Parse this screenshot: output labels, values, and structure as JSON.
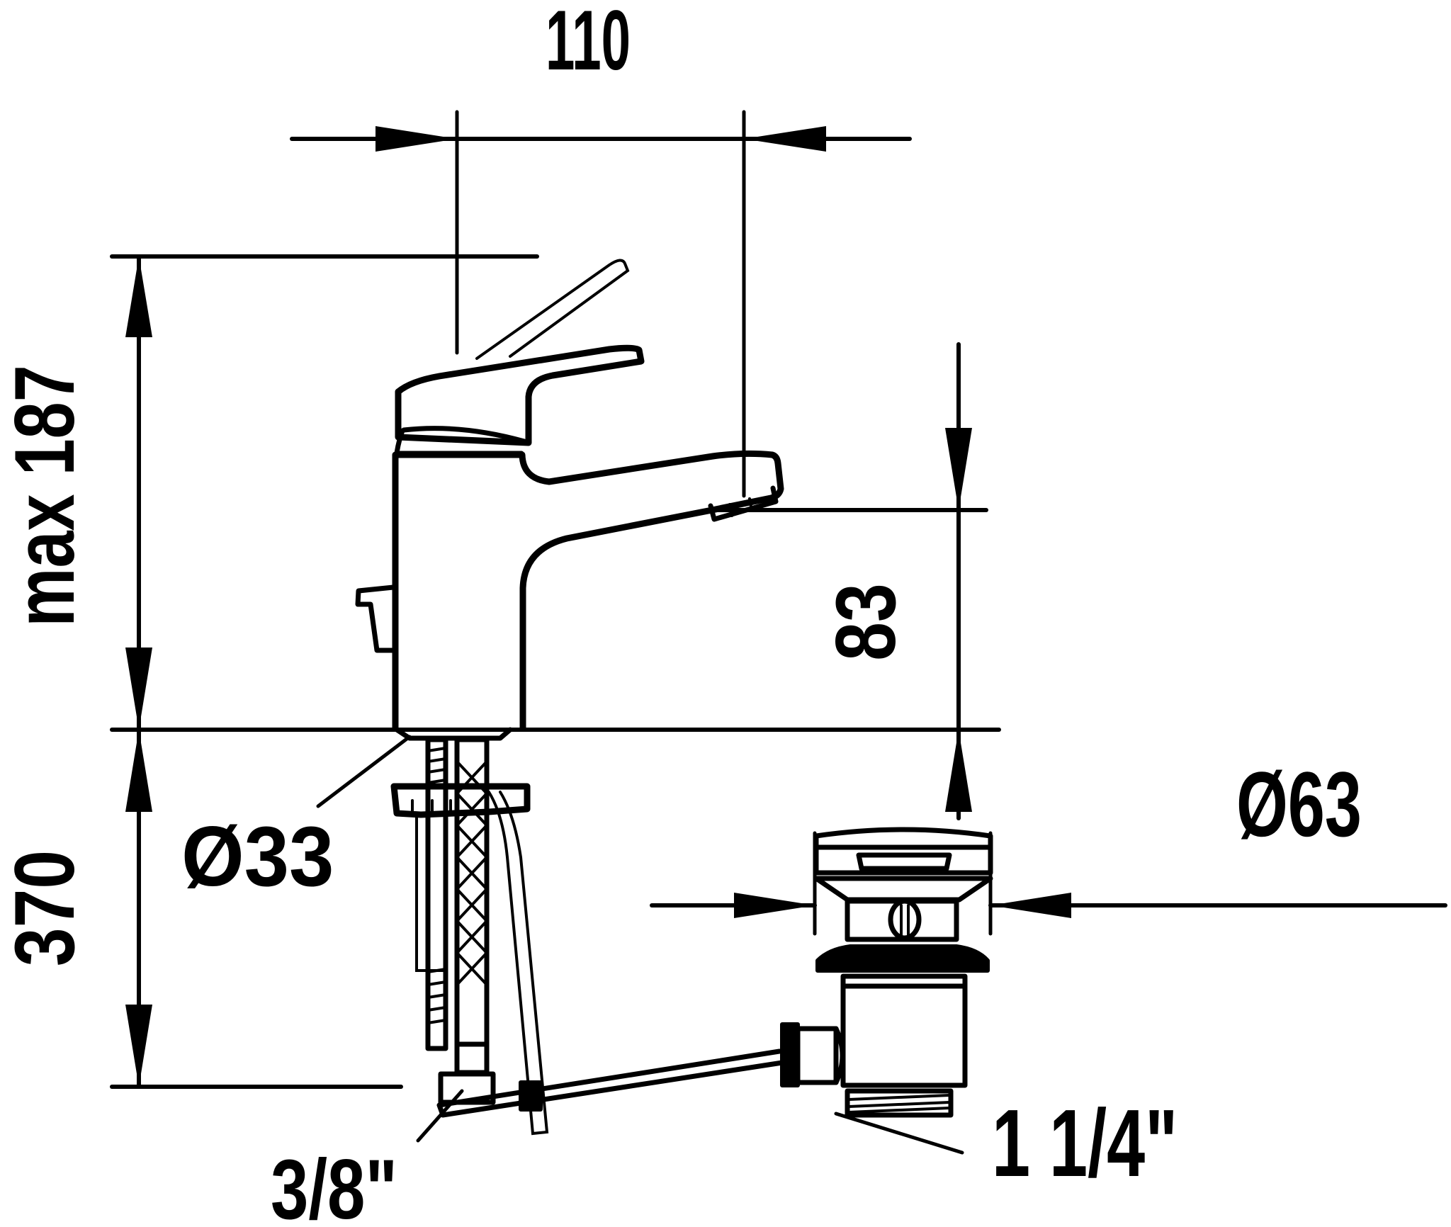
{
  "drawing": {
    "subject": "Single-lever basin mixer with pop-up waste — dimension drawing",
    "line_color": "#000000",
    "background": "#ffffff"
  },
  "dimensions": {
    "spout_projection": {
      "label": "110",
      "unit": "mm",
      "orientation": "horizontal"
    },
    "total_height": {
      "label": "max 187",
      "unit": "mm",
      "orientation": "vertical"
    },
    "spout_height": {
      "label": "83",
      "unit": "mm",
      "orientation": "vertical"
    },
    "below_deck_length": {
      "label": "370",
      "unit": "mm",
      "orientation": "vertical"
    },
    "body_diameter": {
      "label": "Ø33",
      "unit": "mm"
    },
    "waste_diameter": {
      "label": "Ø63",
      "unit": "mm"
    },
    "supply_connection": {
      "label": "3/8\"",
      "unit": "inch"
    },
    "waste_outlet_thread": {
      "label": "1 1/4\"",
      "unit": "inch"
    }
  }
}
